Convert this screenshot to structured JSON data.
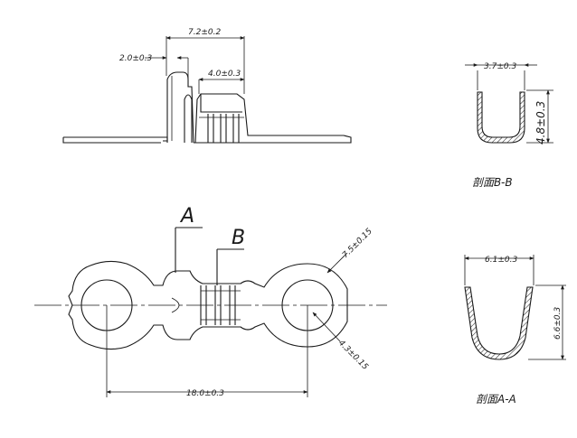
{
  "dimensions": {
    "length_top": "7.2±0.2",
    "left_offset": "2.0±0.3",
    "crimp_width": "4.0±0.3",
    "section_b_width": "3.7±0.3",
    "section_b_height": "4.8±0.3",
    "section_a_width": "6.1±0.3",
    "section_a_height": "6.6±0.3",
    "ring_outer": "7.5±0.15",
    "ring_inner": "4.3±0.15",
    "overall_length": "18.0±0.3"
  },
  "section_markers": {
    "a": "A",
    "b": "B"
  },
  "captions": {
    "section_b": "剖面B-B",
    "section_a": "剖面A-A"
  }
}
